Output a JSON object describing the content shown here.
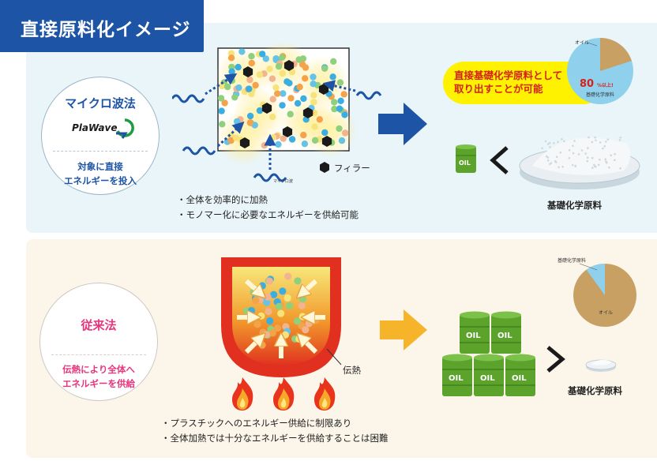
{
  "header": {
    "title": "直接原料化イメージ"
  },
  "top": {
    "method_title": "マイクロ波法",
    "logo_text": "PlaWave",
    "method_desc": [
      "対象に直接",
      "エネルギーを投入"
    ],
    "microwave_label": "マイクロ波",
    "filler_label": "フィラー",
    "bullets": [
      "全体を効率的に加熱",
      "モノマー化に必要なエネルギーを供給可能"
    ],
    "callout": [
      "直接基礎化学原料として",
      "取り出すことが可能"
    ],
    "pie": {
      "oil_label": "オイル",
      "percent_label": "80",
      "percent_unit": "%以上!",
      "base_label": "基礎化学原料",
      "base_fraction": 0.8
    },
    "oil_drum_label": "OIL",
    "product_label": "基礎化学原料"
  },
  "bottom": {
    "method_title": "従来法",
    "method_desc": [
      "伝熱により全体へ",
      "エネルギーを供給"
    ],
    "heat_label": "伝熱",
    "bullets": [
      "プラスチックへのエネルギー供給に制限あり",
      "全体加熱では十分なエネルギーを供給することは困難"
    ],
    "pie": {
      "base_label": "基礎化学原料",
      "oil_label": "オイル",
      "base_fraction": 0.1
    },
    "oil_drum_label": "OIL",
    "product_label": "基礎化学原料"
  },
  "colors": {
    "brand_blue": "#1d54a6",
    "top_bg": "#eaf5f9",
    "bottom_bg": "#fcf6ea",
    "callout_yellow": "#fff200",
    "callout_red": "#d4221a",
    "pie_blue": "#8fd0ec",
    "pie_brown": "#c8a063",
    "arrow_blue": "#1d54a6",
    "arrow_orange": "#f6b42b",
    "drum_green": "#5ca32b",
    "pink_title": "#e6357e"
  }
}
